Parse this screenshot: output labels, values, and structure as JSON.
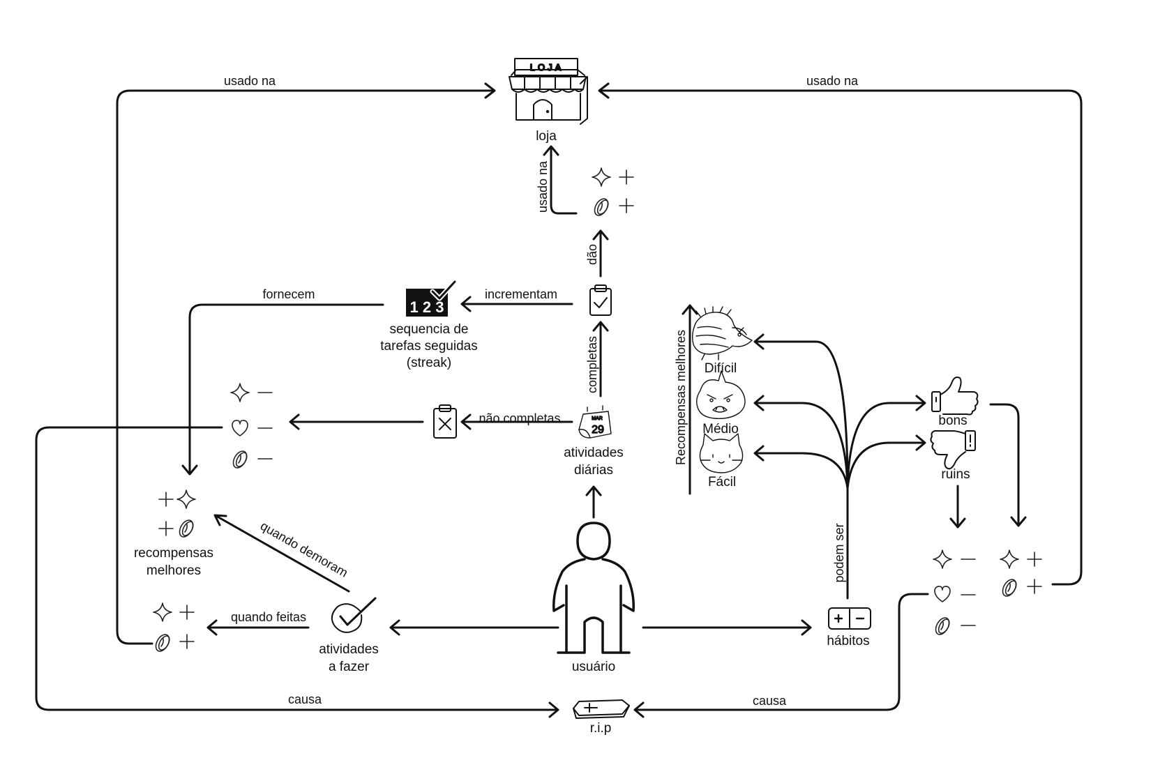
{
  "nodes": {
    "loja": "loja",
    "loja_sign": "LOJA",
    "streak": [
      "sequencia de",
      "tarefas seguidas",
      "(streak)"
    ],
    "streak_number": "1 2 3",
    "atividades_diarias": [
      "atividades",
      "diárias"
    ],
    "calendar_month": "MAR",
    "calendar_day": "29",
    "recompensas": [
      "recompensas",
      "melhores"
    ],
    "atividades_fazer": [
      "atividades",
      "a fazer"
    ],
    "usuario": "usuário",
    "habitos": "hábitos",
    "rip": "r.i.p",
    "bons": "bons",
    "ruins": "ruins",
    "dificil": "Difícil",
    "medio": "Médio",
    "facil": "Fácil"
  },
  "edge_labels": {
    "usado_na_left": "usado na",
    "usado_na_right": "usado na",
    "usado_na_vertical": "usado na",
    "dao": "dão",
    "fornecem": "fornecem",
    "incrementam": "incrementam",
    "completas": "completas",
    "nao_completas": "não completas",
    "quando_demoram": "quando demoram",
    "quando_feitas": "quando feitas",
    "causa_left": "causa",
    "causa_right": "causa",
    "podem_ser": "podem ser",
    "recompensas_melhores_axis": "Recompensas melhores"
  },
  "symbols": {
    "plus": "+",
    "minus": "−"
  },
  "icons": [
    "store-icon",
    "streak-icon",
    "clipboard-check-icon",
    "clipboard-x-icon",
    "calendar-icon",
    "checkmark-icon",
    "person-icon",
    "coffin-icon",
    "habits-icon",
    "thumbs-up-icon",
    "thumbs-down-icon",
    "dragon-icon",
    "angry-creature-icon",
    "cat-icon",
    "star-icon",
    "heart-icon",
    "coin-icon"
  ]
}
